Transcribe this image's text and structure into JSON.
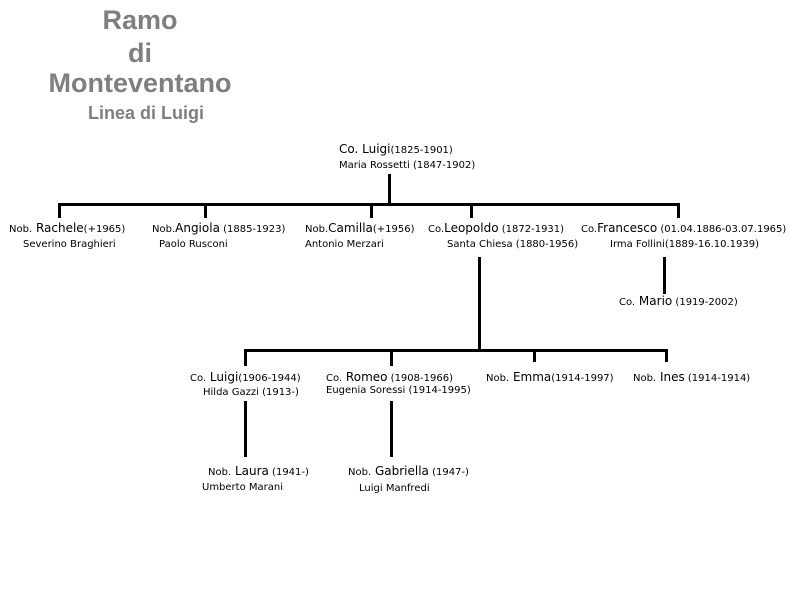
{
  "header": {
    "title_line1": "Ramo",
    "title_line2": "di",
    "title_line3": "Monteventano",
    "subtitle": "Linea di Luigi"
  },
  "people": {
    "luigi_root": {
      "title": "Co.",
      "name": " Luigi",
      "dates": "(1825-1901)",
      "spouse": "Maria Rossetti (1847-1902)"
    },
    "rachele": {
      "title": "Nob.",
      "name": " Rachele",
      "dates": "(+1965)",
      "spouse": "Severino Braghieri"
    },
    "angiola": {
      "title": "Nob.",
      "name": "Angiola",
      "dates": " (1885-1923)",
      "spouse": "Paolo Rusconi"
    },
    "camilla": {
      "title": "Nob.",
      "name": "Camilla",
      "dates": "(+1956)",
      "spouse": "Antonio Merzari"
    },
    "leopoldo": {
      "title": "Co.",
      "name": "Leopoldo",
      "dates": " (1872-1931)",
      "spouse": "Santa Chiesa (1880-1956)"
    },
    "francesco": {
      "title": "Co.",
      "name": "Francesco",
      "dates": " (01.04.1886-03.07.1965)",
      "spouse": "Irma Follini(1889-16.10.1939)"
    },
    "mario": {
      "title": "Co.",
      "name": " Mario",
      "dates": " (1919-2002)"
    },
    "luigi_jr": {
      "title": "Co.",
      "name": " Luigi",
      "dates": "(1906-1944)",
      "spouse": "Hilda Gazzi (1913-)"
    },
    "romeo": {
      "title": "Co.",
      "name": " Romeo",
      "dates": " (1908-1966)",
      "spouse": "Eugenia Soressi (1914-1995)"
    },
    "emma": {
      "title": "Nob.",
      "name": " Emma",
      "dates": "(1914-1997)"
    },
    "ines": {
      "title": "Nob.",
      "name": " Ines",
      "dates": " (1914-1914)"
    },
    "laura": {
      "title": "Nob.",
      "name": " Laura",
      "dates": " (1941-)",
      "spouse": "Umberto Marani"
    },
    "gabriella": {
      "title": "Nob.",
      "name": " Gabriella",
      "dates": " (1947-)",
      "spouse": "Luigi Manfredi"
    }
  }
}
